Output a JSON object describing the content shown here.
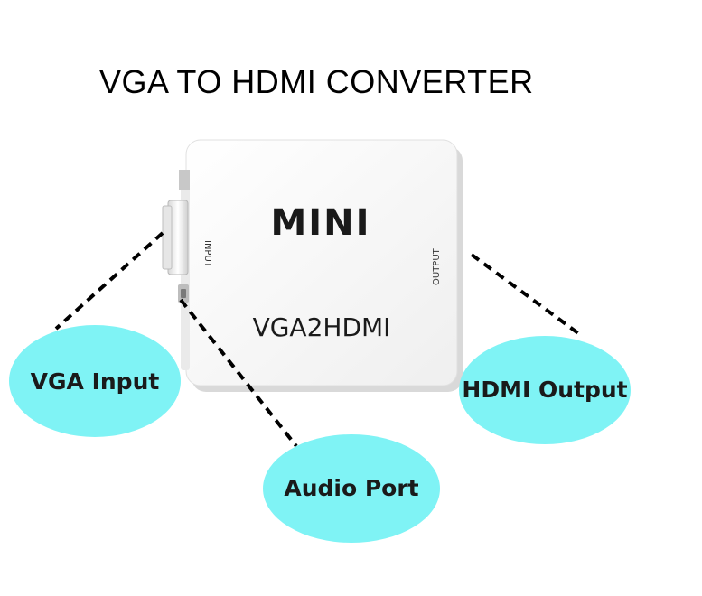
{
  "title": "VGA TO HDMI CONVERTER",
  "device": {
    "brand": "MINI",
    "model": "VGA2HDMI",
    "input_port_label": "INPUT",
    "output_port_label": "OUTPUT"
  },
  "callouts": {
    "vga_input": "VGA Input",
    "audio_port": "Audio Port",
    "hdmi_output": "HDMI Output"
  },
  "colors": {
    "callout_fill": "#7ff3f5",
    "device_body": "#fbfbfb",
    "leader_line": "#000000"
  }
}
